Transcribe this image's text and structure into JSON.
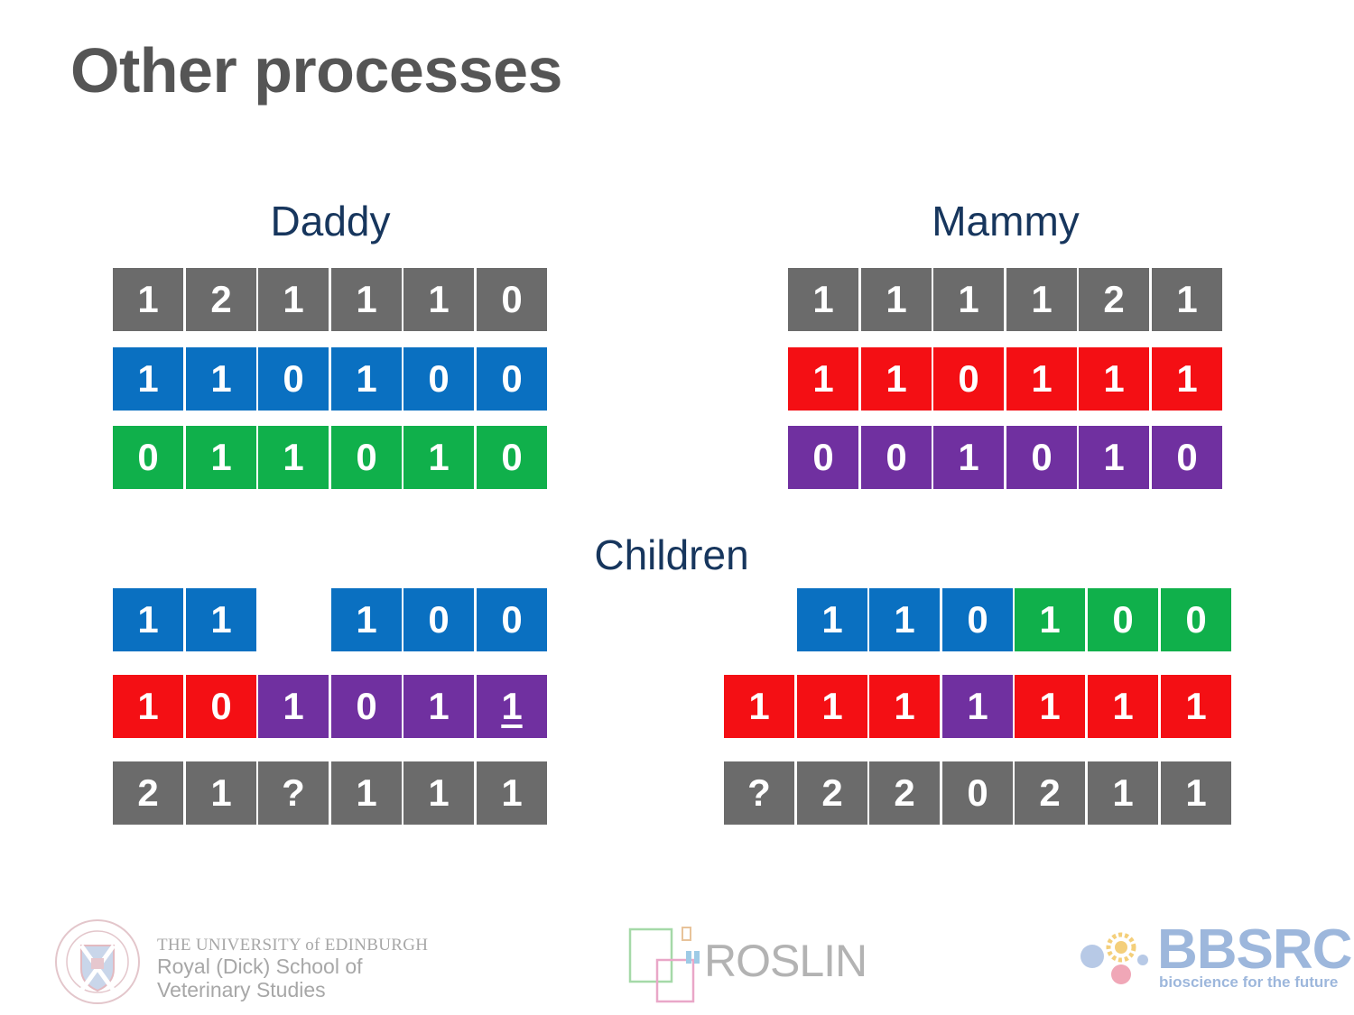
{
  "title": "Other processes",
  "labels": {
    "daddy": "Daddy",
    "mammy": "Mammy",
    "children": "Children"
  },
  "colors": {
    "gray": "#6b6b6b",
    "blue": "#0a70c1",
    "green": "#10b04b",
    "red": "#f40f14",
    "purple": "#7030a0"
  },
  "grids": [
    {
      "group": "daddy",
      "rows": [
        {
          "cells": [
            {
              "v": "1",
              "c": "gray"
            },
            {
              "v": "2",
              "c": "gray"
            },
            {
              "v": "1",
              "c": "gray"
            },
            {
              "v": "1",
              "c": "gray"
            },
            {
              "v": "1",
              "c": "gray"
            },
            {
              "v": "0",
              "c": "gray"
            }
          ]
        },
        {
          "cells": [
            {
              "v": "1",
              "c": "blue"
            },
            {
              "v": "1",
              "c": "blue"
            },
            {
              "v": "0",
              "c": "blue"
            },
            {
              "v": "1",
              "c": "blue"
            },
            {
              "v": "0",
              "c": "blue"
            },
            {
              "v": "0",
              "c": "blue"
            }
          ]
        },
        {
          "cells": [
            {
              "v": "0",
              "c": "green"
            },
            {
              "v": "1",
              "c": "green"
            },
            {
              "v": "1",
              "c": "green"
            },
            {
              "v": "0",
              "c": "green"
            },
            {
              "v": "1",
              "c": "green"
            },
            {
              "v": "0",
              "c": "green"
            }
          ]
        }
      ]
    },
    {
      "group": "mammy",
      "rows": [
        {
          "cells": [
            {
              "v": "1",
              "c": "gray"
            },
            {
              "v": "1",
              "c": "gray"
            },
            {
              "v": "1",
              "c": "gray"
            },
            {
              "v": "1",
              "c": "gray"
            },
            {
              "v": "2",
              "c": "gray"
            },
            {
              "v": "1",
              "c": "gray"
            }
          ]
        },
        {
          "cells": [
            {
              "v": "1",
              "c": "red"
            },
            {
              "v": "1",
              "c": "red"
            },
            {
              "v": "0",
              "c": "red"
            },
            {
              "v": "1",
              "c": "red"
            },
            {
              "v": "1",
              "c": "red"
            },
            {
              "v": "1",
              "c": "red"
            }
          ]
        },
        {
          "cells": [
            {
              "v": "0",
              "c": "purple"
            },
            {
              "v": "0",
              "c": "purple"
            },
            {
              "v": "1",
              "c": "purple"
            },
            {
              "v": "0",
              "c": "purple"
            },
            {
              "v": "1",
              "c": "purple"
            },
            {
              "v": "0",
              "c": "purple"
            }
          ]
        }
      ]
    },
    {
      "group": "child-left",
      "rows": [
        {
          "cells": [
            {
              "v": "1",
              "c": "blue"
            },
            {
              "v": "1",
              "c": "blue"
            },
            null,
            {
              "v": "1",
              "c": "blue"
            },
            {
              "v": "0",
              "c": "blue"
            },
            {
              "v": "0",
              "c": "blue"
            }
          ]
        },
        {
          "cells": [
            {
              "v": "1",
              "c": "red"
            },
            {
              "v": "0",
              "c": "red"
            },
            {
              "v": "1",
              "c": "purple"
            },
            {
              "v": "0",
              "c": "purple"
            },
            {
              "v": "1",
              "c": "purple"
            },
            {
              "v": "1",
              "c": "purple",
              "underline": true
            }
          ]
        },
        {
          "cells": [
            {
              "v": "2",
              "c": "gray"
            },
            {
              "v": "1",
              "c": "gray"
            },
            {
              "v": "?",
              "c": "gray"
            },
            {
              "v": "1",
              "c": "gray"
            },
            {
              "v": "1",
              "c": "gray"
            },
            {
              "v": "1",
              "c": "gray"
            }
          ]
        }
      ]
    },
    {
      "group": "child-right",
      "rows": [
        {
          "cells": [
            null,
            {
              "v": "1",
              "c": "blue"
            },
            {
              "v": "1",
              "c": "blue"
            },
            {
              "v": "0",
              "c": "blue"
            },
            {
              "v": "1",
              "c": "green"
            },
            {
              "v": "0",
              "c": "green"
            },
            {
              "v": "0",
              "c": "green"
            }
          ]
        },
        {
          "cells": [
            {
              "v": "1",
              "c": "red"
            },
            {
              "v": "1",
              "c": "red"
            },
            {
              "v": "1",
              "c": "red"
            },
            {
              "v": "1",
              "c": "purple"
            },
            {
              "v": "1",
              "c": "red"
            },
            {
              "v": "1",
              "c": "red"
            },
            {
              "v": "1",
              "c": "red"
            }
          ]
        },
        {
          "cells": [
            {
              "v": "?",
              "c": "gray"
            },
            {
              "v": "2",
              "c": "gray"
            },
            {
              "v": "2",
              "c": "gray"
            },
            {
              "v": "0",
              "c": "gray"
            },
            {
              "v": "2",
              "c": "gray"
            },
            {
              "v": "1",
              "c": "gray"
            },
            {
              "v": "1",
              "c": "gray"
            }
          ]
        }
      ]
    }
  ],
  "footer": {
    "uoe": {
      "line1": "THE UNIVERSITY of EDINBURGH",
      "line2": "Royal (Dick) School of",
      "line3": "Veterinary Studies"
    },
    "roslin": {
      "name": "ROSLIN"
    },
    "bbsrc": {
      "name": "BBSRC",
      "tagline": "bioscience for the future"
    }
  }
}
